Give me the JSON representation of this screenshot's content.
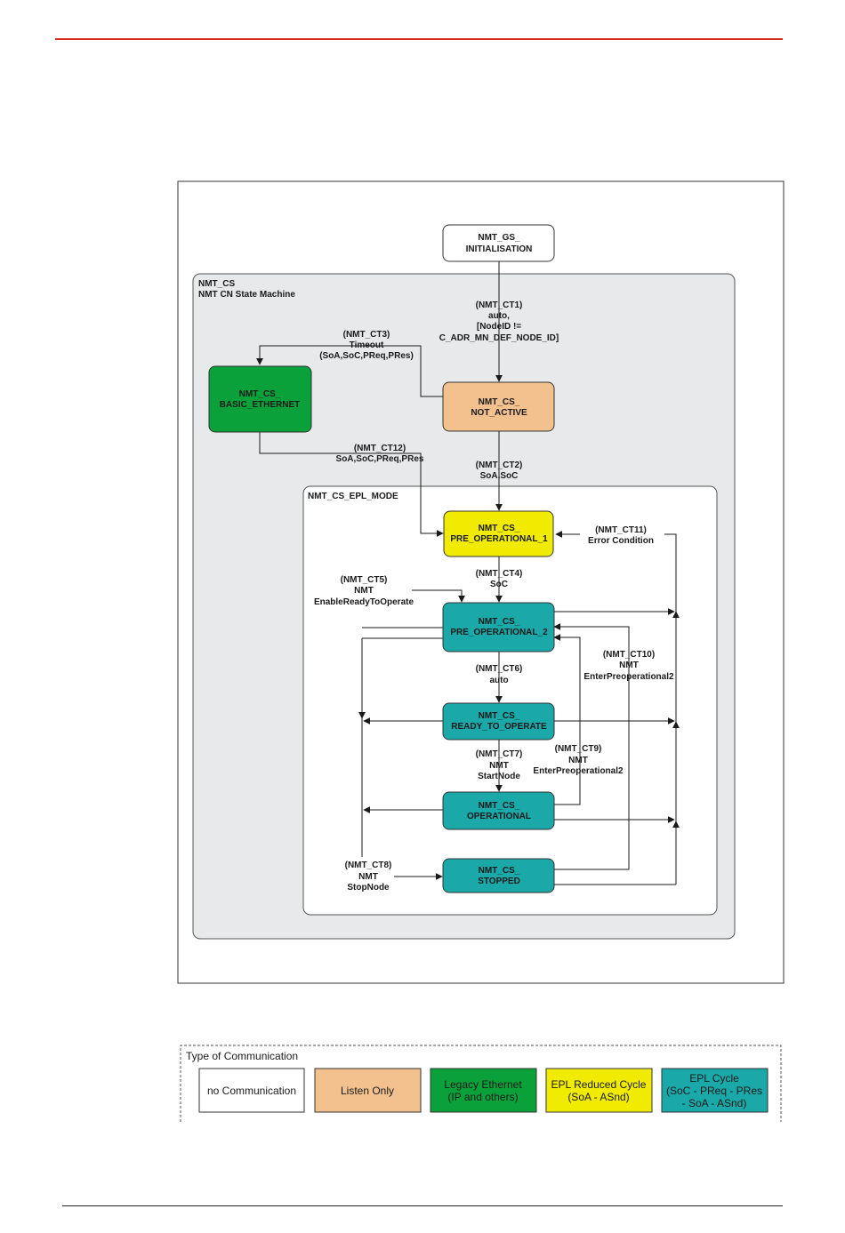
{
  "colors": {
    "header_rule": "#d42a22",
    "white_state": "#ffffff",
    "listen_only": "#f2c18e",
    "legacy_ethernet": "#0aa13a",
    "epl_reduced": "#f0eb00",
    "epl_cycle": "#1aa8a8",
    "group_fill": "#e8e9eb"
  },
  "groups": {
    "cs_line1": "NMT_CS",
    "cs_line2": "NMT CN State Machine",
    "epl_mode": "NMT_CS_EPL_MODE"
  },
  "states": {
    "gs_init": [
      "NMT_GS_",
      "INITIALISATION"
    ],
    "basic_ethernet": [
      "NMT_CS_",
      "BASIC_ETHERNET"
    ],
    "not_active": [
      "NMT_CS_",
      "NOT_ACTIVE"
    ],
    "pre_op_1": [
      "NMT_CS_",
      "PRE_OPERATIONAL_1"
    ],
    "pre_op_2": [
      "NMT_CS_",
      "PRE_OPERATIONAL_2"
    ],
    "ready_to_operate": [
      "NMT_CS_",
      "READY_TO_OPERATE"
    ],
    "operational": [
      "NMT_CS_",
      "OPERATIONAL"
    ],
    "stopped": [
      "NMT_CS_",
      "STOPPED"
    ]
  },
  "transitions": {
    "ct1": [
      "(NMT_CT1)",
      "auto,",
      "[NodeID  !=",
      "C_ADR_MN_DEF_NODE_ID]"
    ],
    "ct2": [
      "(NMT_CT2)",
      "SoA,SoC"
    ],
    "ct3": [
      "(NMT_CT3)",
      "Timeout",
      "(SoA,SoC,PReq,PRes)"
    ],
    "ct4": [
      "(NMT_CT4)",
      "SoC"
    ],
    "ct5": [
      "(NMT_CT5)",
      "NMT",
      "EnableReadyToOperate"
    ],
    "ct6": [
      "(NMT_CT6)",
      "auto"
    ],
    "ct7": [
      "(NMT_CT7)",
      "NMT",
      "StartNode"
    ],
    "ct8": [
      "(NMT_CT8)",
      "NMT",
      "StopNode"
    ],
    "ct9": [
      "(NMT_CT9)",
      "NMT",
      "EnterPreoperational2"
    ],
    "ct10": [
      "(NMT_CT10)",
      "NMT",
      "EnterPreoperational2"
    ],
    "ct11": [
      "(NMT_CT11)",
      "Error Condition"
    ],
    "ct12": [
      "(NMT_CT12)",
      "SoA,SoC,PReq,PRes"
    ]
  },
  "legend": {
    "title": "Type of Communication",
    "items": [
      {
        "lines": [
          "no Communication"
        ],
        "color": "#ffffff",
        "text_color": "#1a1a1a"
      },
      {
        "lines": [
          "Listen Only"
        ],
        "color": "#f2c18e",
        "text_color": "#1a1a1a"
      },
      {
        "lines": [
          "Legacy Ethernet",
          "(IP and others)"
        ],
        "color": "#0aa13a",
        "text_color": "#1a1a1a"
      },
      {
        "lines": [
          "EPL Reduced Cycle",
          "(SoA - ASnd)"
        ],
        "color": "#f0eb00",
        "text_color": "#1a1a1a"
      },
      {
        "lines": [
          "EPL Cycle",
          "(SoC - PReq - PRes",
          "- SoA - ASnd)"
        ],
        "color": "#1aa8a8",
        "text_color": "#1a1a1a"
      }
    ]
  }
}
